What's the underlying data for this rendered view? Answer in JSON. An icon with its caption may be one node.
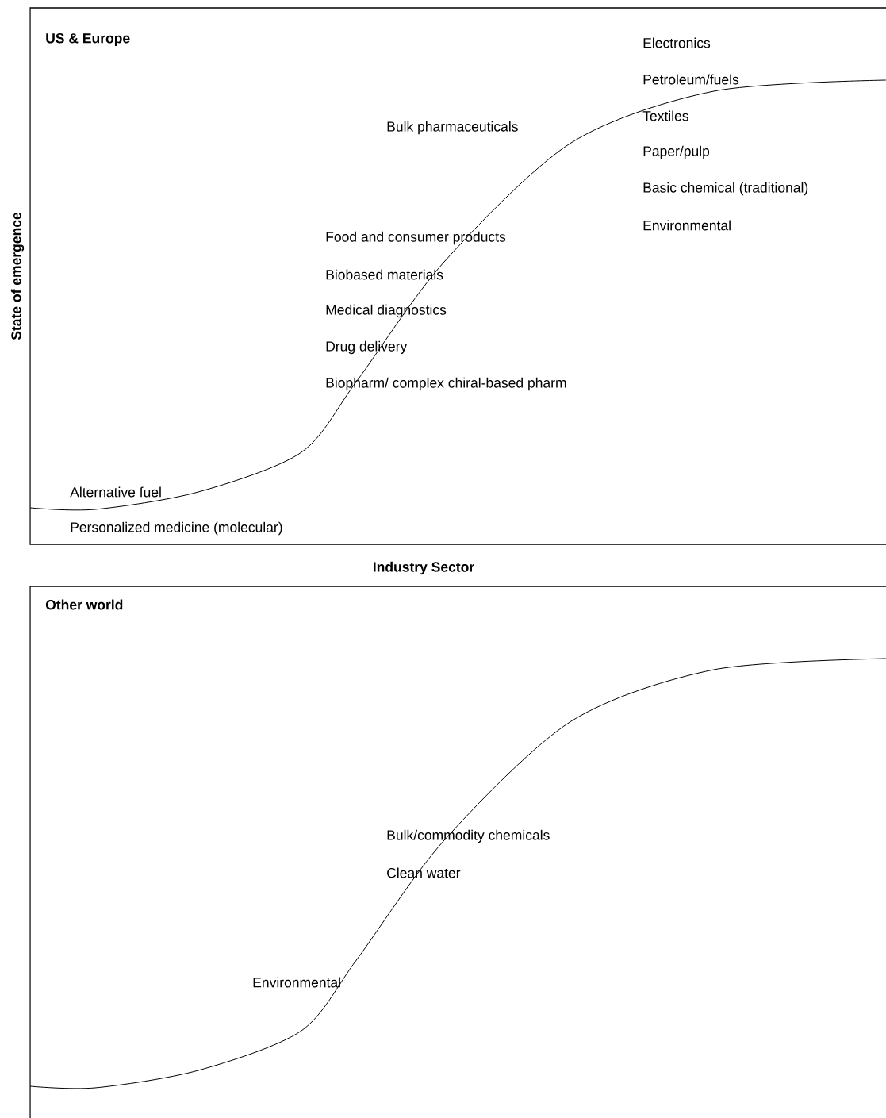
{
  "diagram": {
    "nodes": [
      {
        "text": [
          "US & Europe"
        ]
      },
      {
        "text": [
          "Other world"
        ]
      }
    ],
    "edges": [],
    "labels": [
      "Electronics",
      "Petroleum/fuels",
      "Bulk pharmaceuticals",
      "Textiles",
      "Paper/pulp",
      "Basic chemical (traditional)",
      "State of emergence",
      "Environmental",
      "Food and consumer products",
      "Biobased materials",
      "Medical diagnostics",
      "Drug delivery",
      "Biopharm/ complex chiral-based pharm",
      "Alternative fuel",
      "Personalized medicine (molecular)",
      "Industry Sector",
      "Bulk/commodity chemicals",
      "Clean water",
      "Environmental"
    ]
  }
}
